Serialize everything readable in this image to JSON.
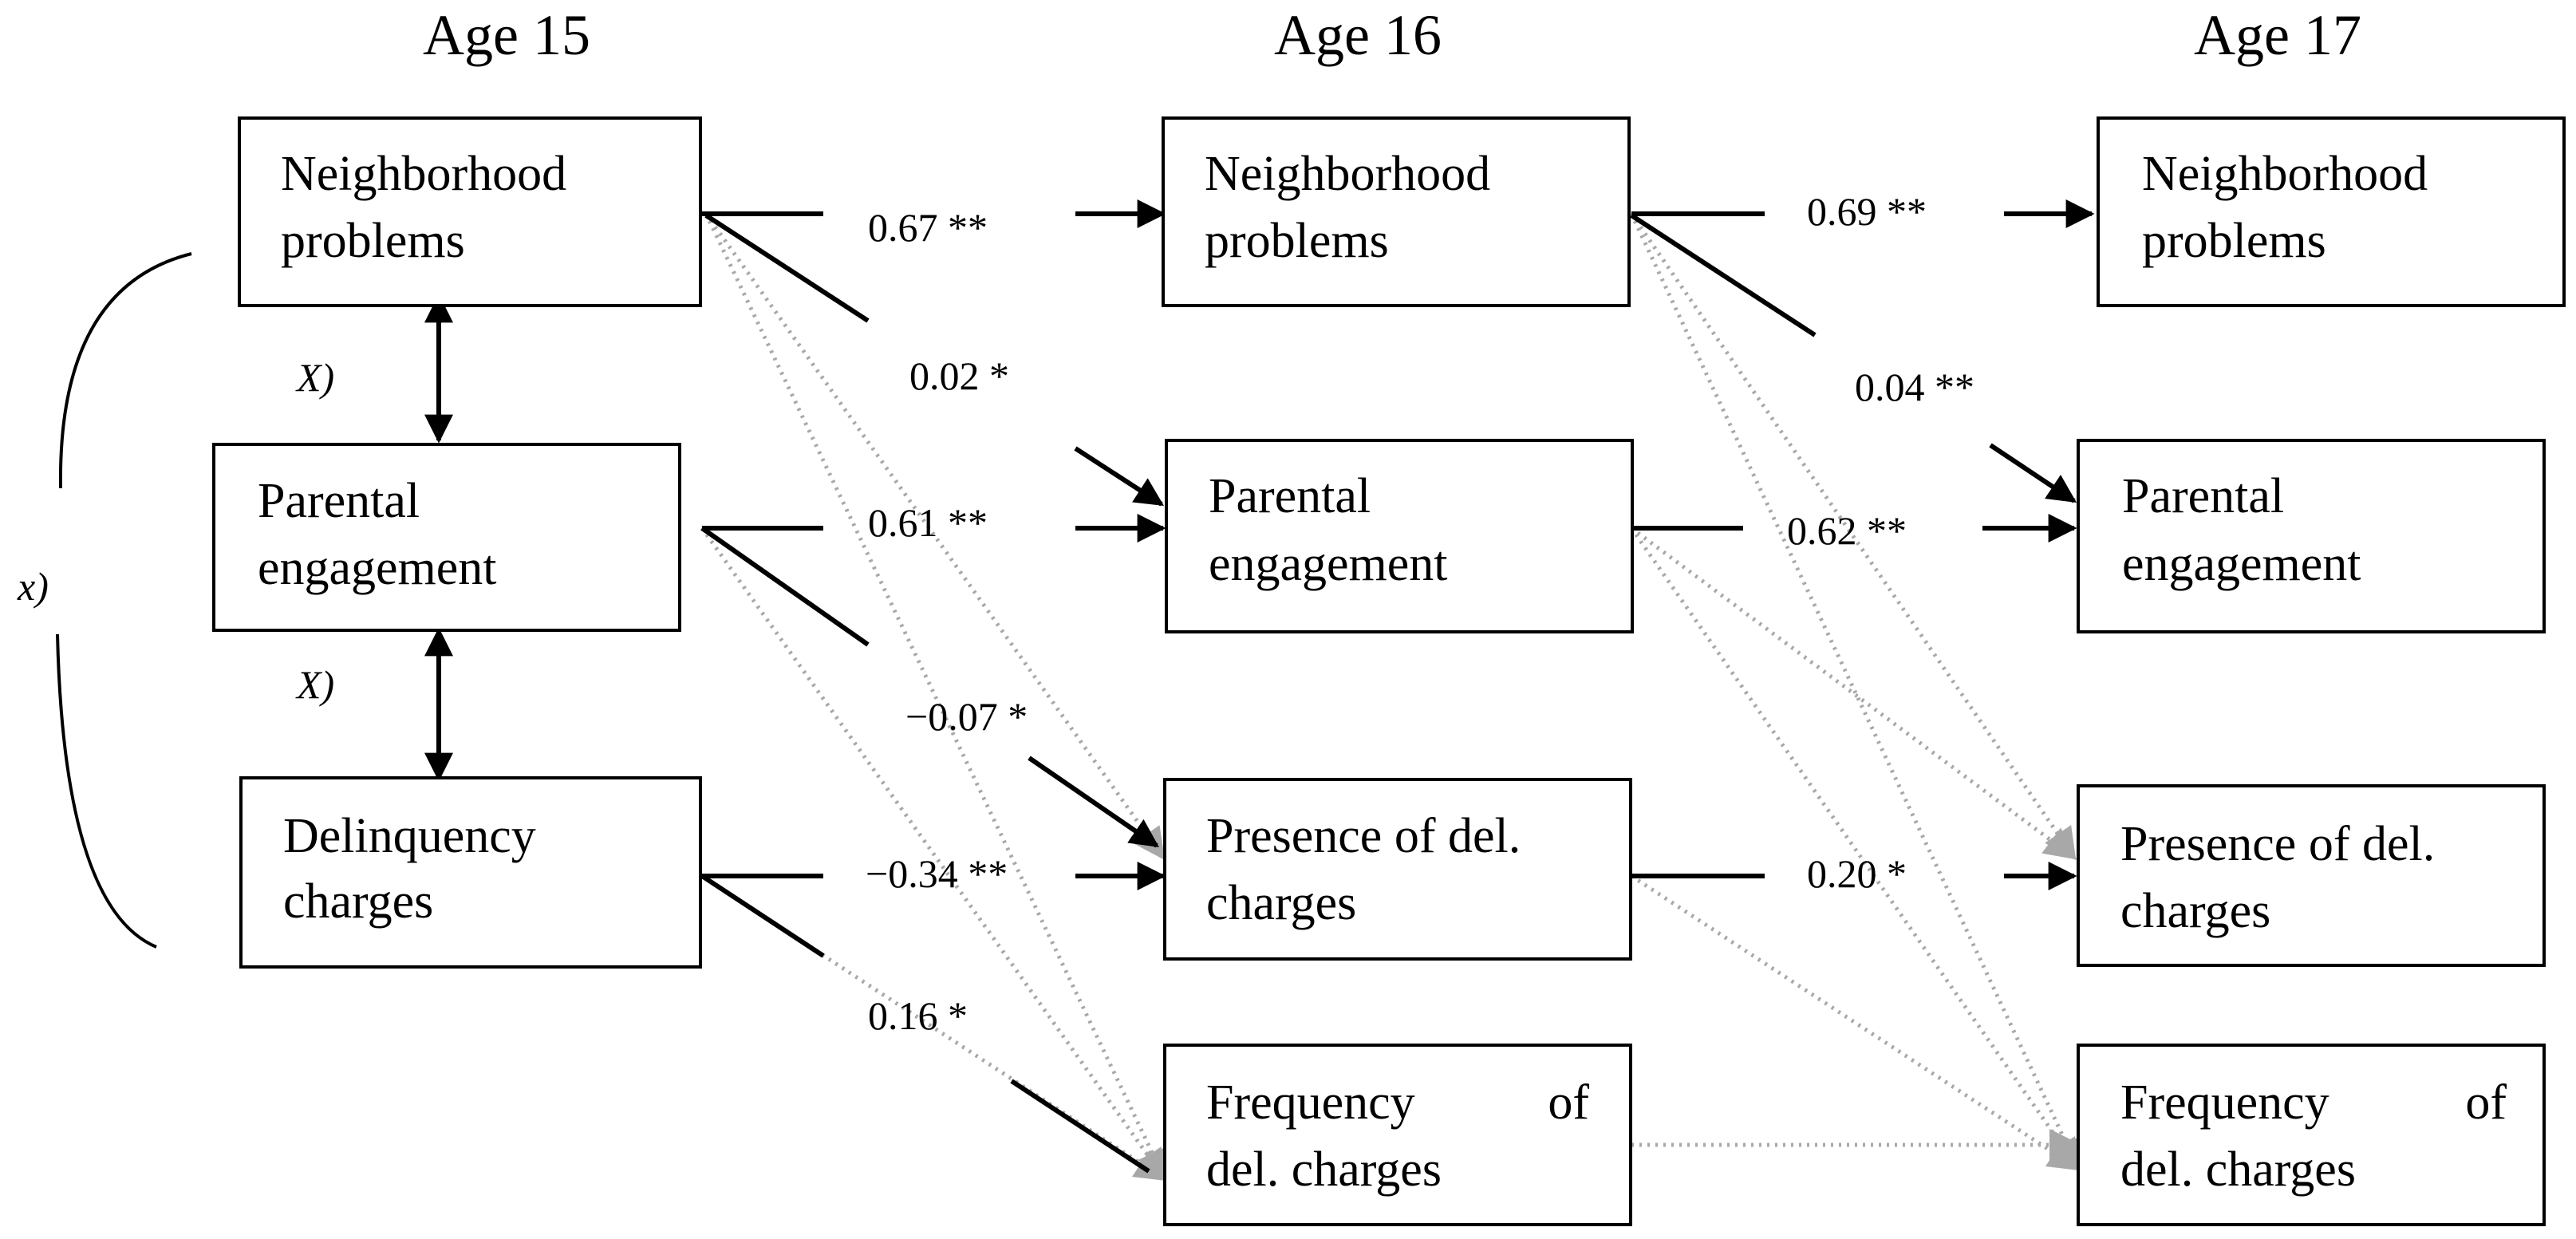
{
  "columns": [
    "Age 15",
    "Age 16",
    "Age 17"
  ],
  "nodes": [
    {
      "id": "np15",
      "lines": [
        "Neighborhood",
        "problems"
      ]
    },
    {
      "id": "pe15",
      "lines": [
        "Parental",
        "engagement"
      ]
    },
    {
      "id": "dc15",
      "lines": [
        "Delinquency",
        "charges"
      ]
    },
    {
      "id": "np16",
      "lines": [
        "Neighborhood",
        "problems"
      ]
    },
    {
      "id": "pe16",
      "lines": [
        "Parental",
        "engagement"
      ]
    },
    {
      "id": "pd16",
      "lines": [
        "Presence of del.",
        "charges"
      ]
    },
    {
      "id": "fd16",
      "lines": [
        "Frequency",
        "of",
        "del. charges"
      ]
    },
    {
      "id": "np17",
      "lines": [
        "Neighborhood",
        "problems"
      ]
    },
    {
      "id": "pe17",
      "lines": [
        "Parental",
        "engagement"
      ]
    },
    {
      "id": "pd17",
      "lines": [
        "Presence of del.",
        "charges"
      ]
    },
    {
      "id": "fd17",
      "lines": [
        "Frequency",
        "of",
        "del. charges"
      ]
    }
  ],
  "coefficients": [
    "0.67 **",
    "0.02 *",
    "0.61 **",
    "−0.07 *",
    "−0.34 **",
    "0.16 *",
    "0.69 **",
    "0.04 **",
    "0.62 **",
    "0.20 *"
  ],
  "correlations": [
    "X)",
    "X)",
    "x)"
  ],
  "colors": {
    "solid_path": "#000000",
    "dotted_path": "#a8a8a8",
    "box_border": "#000000"
  }
}
